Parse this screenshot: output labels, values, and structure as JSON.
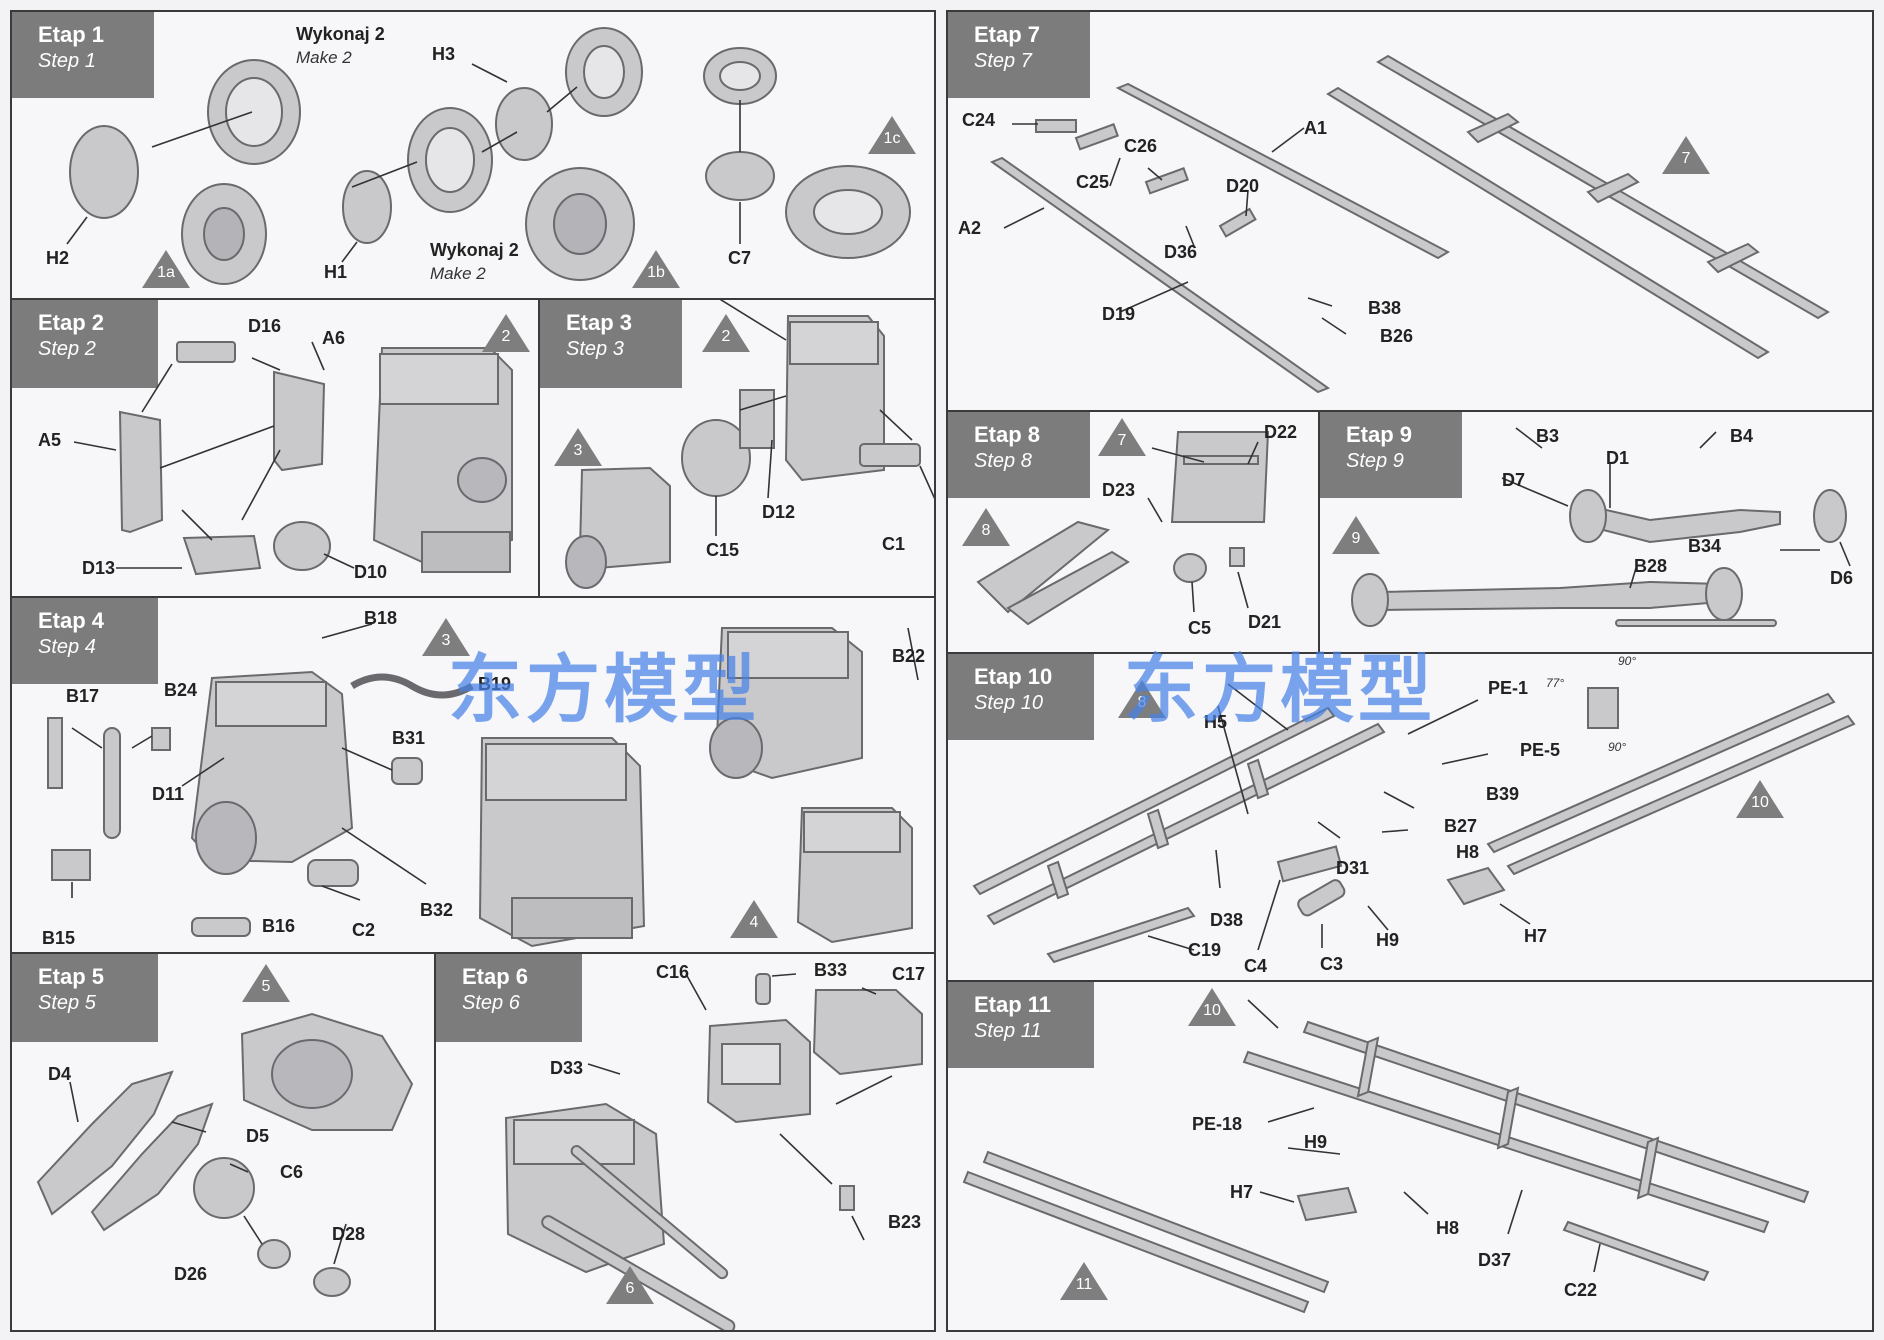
{
  "steps": [
    {
      "title": "Etap 1",
      "subtitle": "Step 1",
      "labels": [
        "Wykonaj 2",
        "Make 2",
        "H3",
        "H2",
        "H1",
        "Wykonaj 2",
        "Make 2",
        "C7"
      ],
      "badges": [
        "1a",
        "1b",
        "1c"
      ]
    },
    {
      "title": "Etap 2",
      "subtitle": "Step 2",
      "labels": [
        "D16",
        "A6",
        "A5",
        "D13",
        "D10"
      ],
      "badges": [
        "2"
      ]
    },
    {
      "title": "Etap 3",
      "subtitle": "Step 3",
      "labels": [
        "D12",
        "C15",
        "C1"
      ],
      "badges": [
        "2",
        "3"
      ]
    },
    {
      "title": "Etap 4",
      "subtitle": "Step 4",
      "labels": [
        "B18",
        "B17",
        "B24",
        "B19",
        "B22",
        "D11",
        "B31",
        "B15",
        "B16",
        "C2",
        "B32"
      ],
      "badges": [
        "3",
        "4"
      ]
    },
    {
      "title": "Etap 5",
      "subtitle": "Step 5",
      "labels": [
        "D4",
        "D5",
        "C6",
        "D28",
        "D26"
      ],
      "badges": [
        "5"
      ]
    },
    {
      "title": "Etap 6",
      "subtitle": "Step 6",
      "labels": [
        "C16",
        "B33",
        "C17",
        "D33",
        "B23"
      ],
      "badges": [
        "6"
      ]
    },
    {
      "title": "Etap 7",
      "subtitle": "Step 7",
      "labels": [
        "C24",
        "A1",
        "C26",
        "C25",
        "D20",
        "A2",
        "D36",
        "D19",
        "B38",
        "B26"
      ],
      "badges": [
        "7"
      ]
    },
    {
      "title": "Etap 8",
      "subtitle": "Step 8",
      "labels": [
        "D22",
        "D23",
        "C5",
        "D21"
      ],
      "badges": [
        "7",
        "8"
      ]
    },
    {
      "title": "Etap 9",
      "subtitle": "Step 9",
      "labels": [
        "B3",
        "B4",
        "D1",
        "D7",
        "B34",
        "B28",
        "D6"
      ],
      "badges": [
        "9"
      ]
    },
    {
      "title": "Etap 10",
      "subtitle": "Step 10",
      "labels": [
        "PE-1",
        "H5",
        "PE-5",
        "B39",
        "B27",
        "H8",
        "D31",
        "D38",
        "H7",
        "C19",
        "C4",
        "C3",
        "H9"
      ],
      "angles": [
        "90°",
        "77°",
        "90°"
      ],
      "badges": [
        "8",
        "10"
      ]
    },
    {
      "title": "Etap 11",
      "subtitle": "Step 11",
      "labels": [
        "PE-18",
        "H9",
        "H7",
        "H8",
        "D37",
        "C22"
      ],
      "badges": [
        "10",
        "11"
      ]
    }
  ],
  "watermarks": [
    "东方模型",
    "东方模型"
  ],
  "colors": {
    "header": "#7c7c7c",
    "badge": "#7e7e7e",
    "part": "#c9c9cc",
    "watermark": "#4682e6"
  }
}
